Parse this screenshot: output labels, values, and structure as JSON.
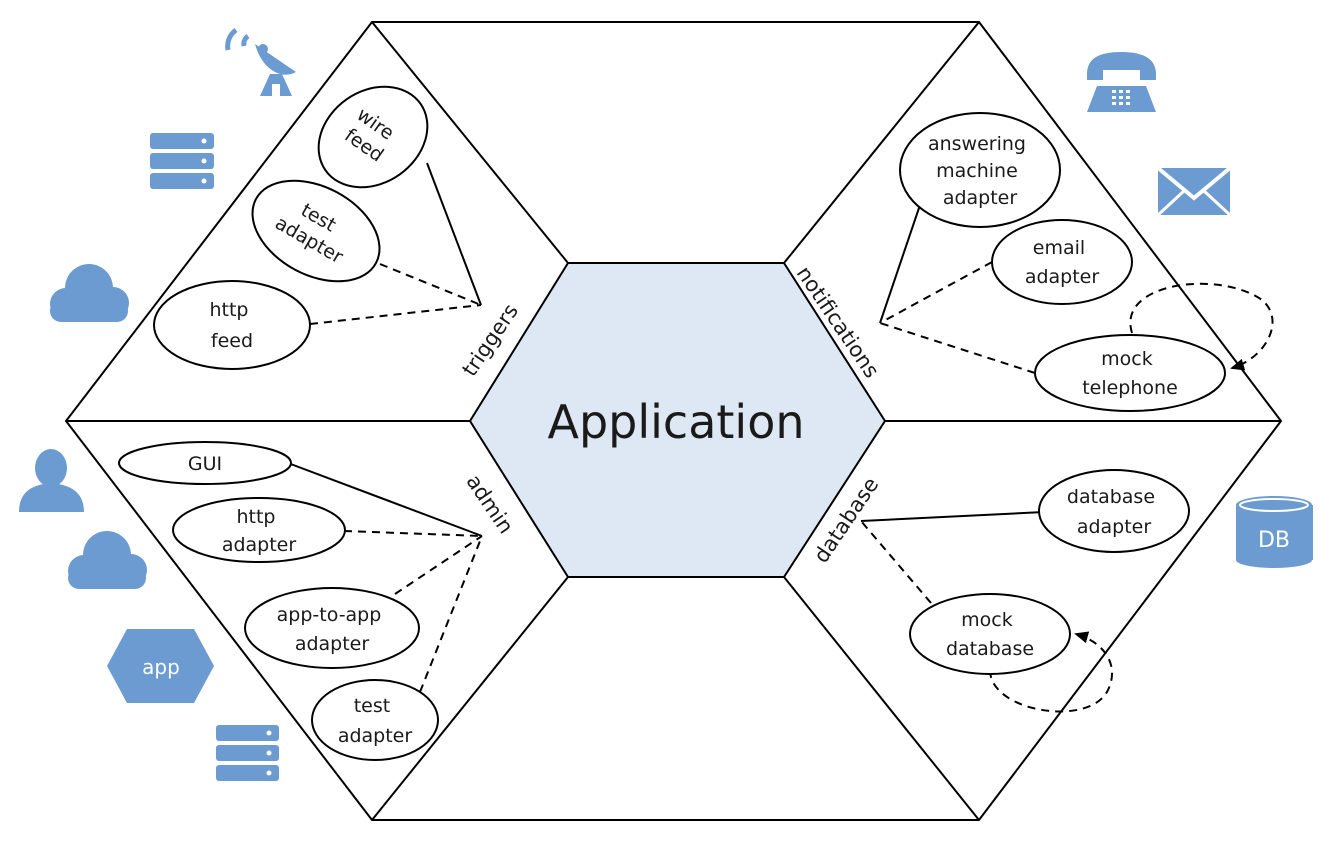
{
  "center": {
    "label": "Application"
  },
  "ports": {
    "triggers": "triggers",
    "notifications": "notifications",
    "admin": "admin",
    "database": "database"
  },
  "nodes": {
    "wire_feed": [
      "wire",
      "feed"
    ],
    "test_adapter_top": [
      "test",
      "adapter"
    ],
    "http_feed": [
      "http",
      "feed"
    ],
    "answering_machine": [
      "answering",
      "machine",
      "adapter"
    ],
    "email_adapter": [
      "email",
      "adapter"
    ],
    "mock_telephone": [
      "mock",
      "telephone"
    ],
    "gui": [
      "GUI"
    ],
    "http_adapter": [
      "http",
      "adapter"
    ],
    "app_to_app": [
      "app-to-app",
      "adapter"
    ],
    "test_adapter_bottom": [
      "test",
      "adapter"
    ],
    "database_adapter": [
      "database",
      "adapter"
    ],
    "mock_database": [
      "mock",
      "database"
    ]
  },
  "icons": {
    "names": [
      "satellite-dish-icon",
      "server-icon",
      "cloud-icon",
      "user-icon",
      "cloud-icon",
      "app-hexagon-icon",
      "server-icon",
      "telephone-icon",
      "envelope-icon",
      "database-cylinder-icon"
    ],
    "app_label": "app",
    "db_label": "DB",
    "color": "#6b9bd0"
  }
}
